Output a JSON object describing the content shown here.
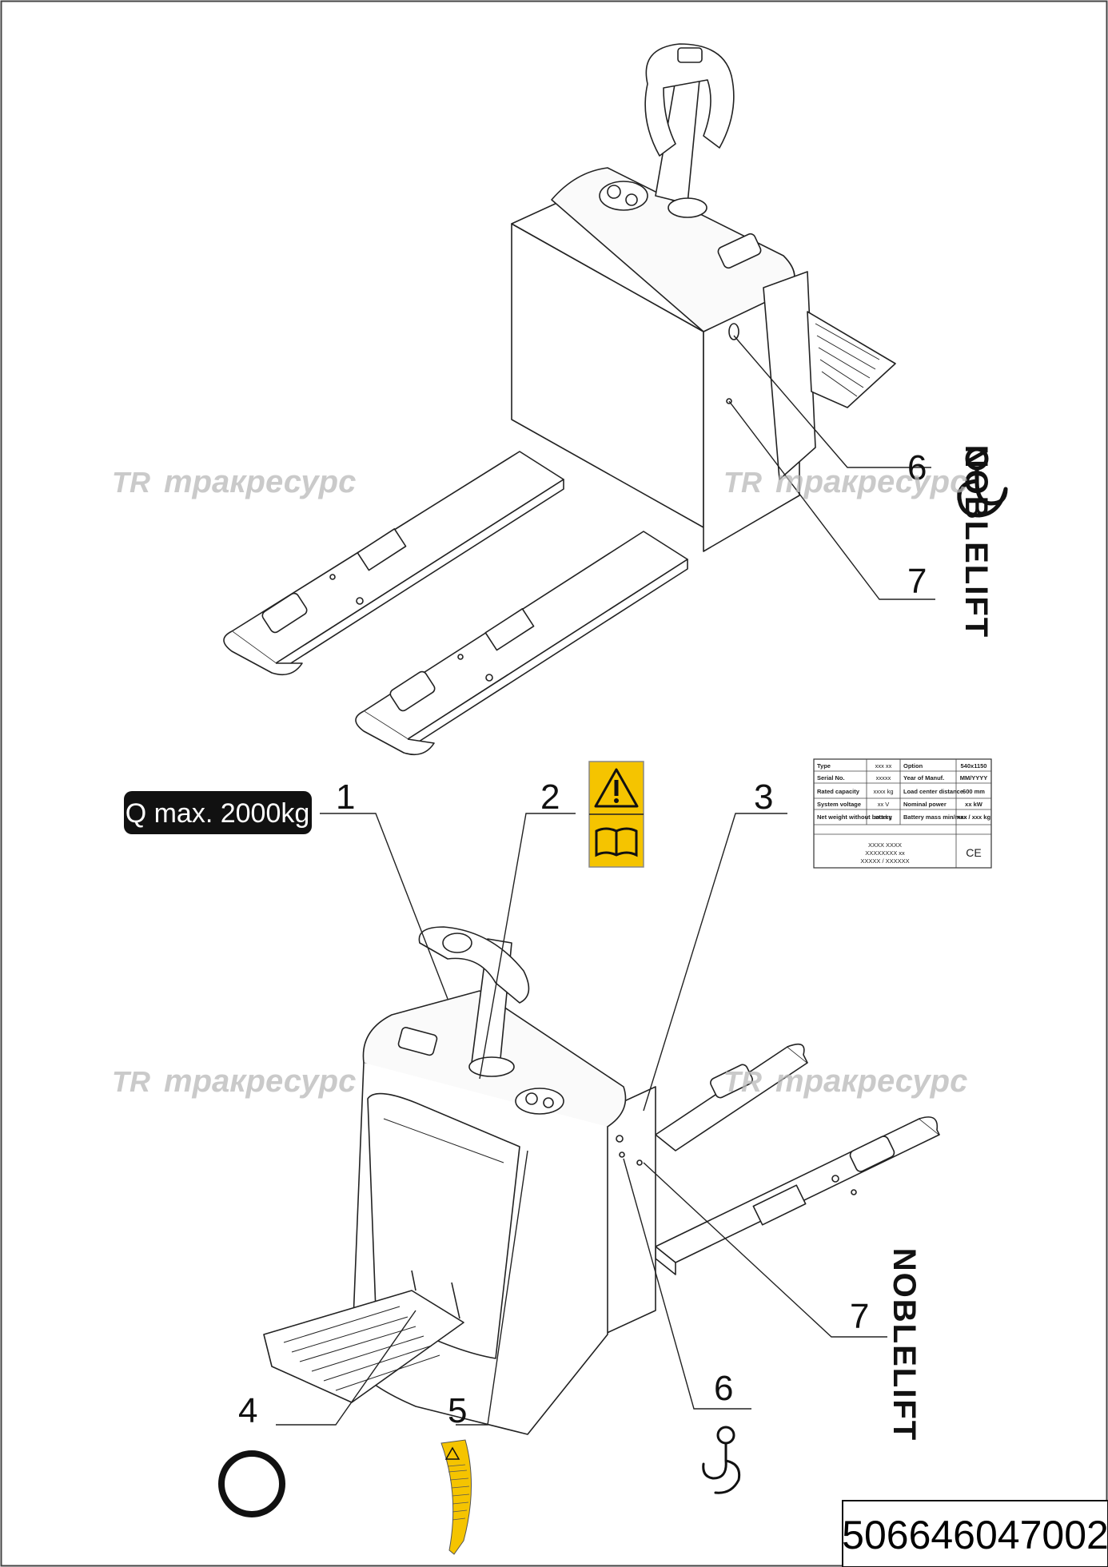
{
  "part_number": "506646047002",
  "capacity_label": "Q max. 2000kg",
  "brand": "NOBLELIFT",
  "watermark": {
    "logo": "TR",
    "text": "тракресурс"
  },
  "callouts": {
    "c1": "1",
    "c2": "2",
    "c3": "3",
    "c4": "4",
    "c5": "5",
    "c6_top": "6",
    "c7_top": "7",
    "c6_bottom": "6",
    "c7_bottom": "7"
  },
  "nameplate": {
    "rows": [
      [
        "Type",
        "xxx xx",
        "Option",
        "540x1150"
      ],
      [
        "Serial No.",
        "xxxxx",
        "Year of Manuf.",
        "MM/YYYY"
      ],
      [
        "Rated capacity",
        "xxxx kg",
        "Load center distance",
        "600 mm"
      ],
      [
        "System voltage",
        "xx V",
        "Nominal power",
        "xx kW"
      ],
      [
        "Net weight without battery",
        "xxx kg",
        "Battery mass min/max",
        "xxx / xxx kg"
      ]
    ],
    "footer_lines": [
      "XXXX XXXX",
      "XXXXXXXX xx",
      "XXXXX / XXXXXX"
    ],
    "mark": "CE"
  },
  "icons": [
    "warning-triangle-icon",
    "manual-book-icon",
    "lifting-hook-icon",
    "ring-icon",
    "warning-label-icon"
  ],
  "colors": {
    "safety_yellow": "#f5c400",
    "ink": "#111111",
    "watermark_grey": "#b8b8b8"
  }
}
